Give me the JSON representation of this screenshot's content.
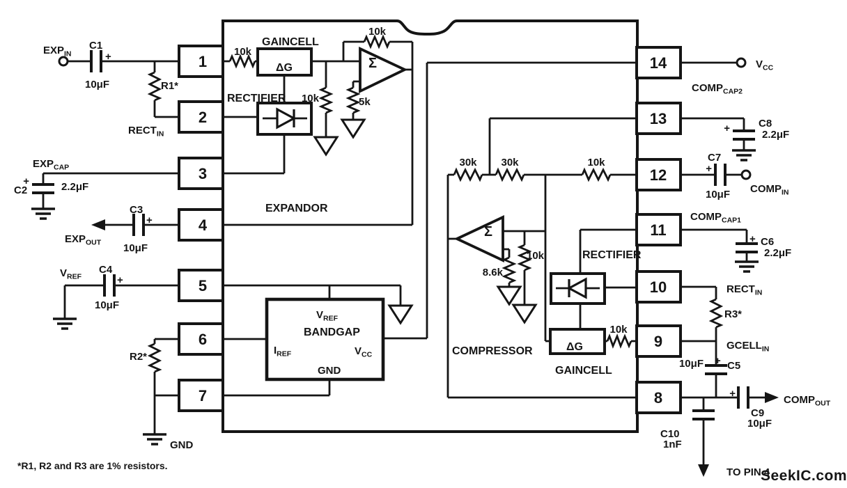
{
  "polarity": "+",
  "note": "*R1, R2 and R3 are 1% resistors.",
  "watermark": "SeekIC.com",
  "pins": {
    "left": [
      "1",
      "2",
      "3",
      "4",
      "5",
      "6",
      "7"
    ],
    "right": [
      "14",
      "13",
      "12",
      "11",
      "10",
      "9",
      "8"
    ]
  },
  "terminals": {
    "exp_in": {
      "main": "EXP",
      "sub": "IN"
    },
    "rect_in_left": {
      "main": "RECT",
      "sub": "IN"
    },
    "exp_cap": {
      "main": "EXP",
      "sub": "CAP"
    },
    "exp_out": {
      "main": "EXP",
      "sub": "OUT"
    },
    "v_ref": {
      "main": "V",
      "sub": "REF"
    },
    "gnd": "GND",
    "v_cc": {
      "main": "V",
      "sub": "CC"
    },
    "comp_cap2": {
      "main": "COMP",
      "sub": "CAP2"
    },
    "comp_in": {
      "main": "COMP",
      "sub": "IN"
    },
    "comp_cap1": {
      "main": "COMP",
      "sub": "CAP1"
    },
    "rect_in_right": {
      "main": "RECT",
      "sub": "IN"
    },
    "gcell_in": {
      "main": "GCELL",
      "sub": "IN"
    },
    "comp_out": {
      "main": "COMP",
      "sub": "OUT"
    },
    "to_pin_4": "TO PIN 4"
  },
  "components": {
    "c1": {
      "ref": "C1",
      "value": "10μF"
    },
    "c2": {
      "ref": "C2",
      "value": "2.2μF"
    },
    "c3": {
      "ref": "C3",
      "value": "10μF"
    },
    "c4": {
      "ref": "C4",
      "value": "10μF"
    },
    "c5": {
      "ref": "C5",
      "value": "10μF"
    },
    "c6": {
      "ref": "C6",
      "value": "2.2μF"
    },
    "c7": {
      "ref": "C7",
      "value": "10μF"
    },
    "c8": {
      "ref": "C8",
      "value": "2.2μF"
    },
    "c9": {
      "ref": "C9",
      "value": "10μF"
    },
    "c10": {
      "ref": "C10",
      "value": "1nF"
    },
    "r1": {
      "ref": "R1*"
    },
    "r2": {
      "ref": "R2*"
    },
    "r3": {
      "ref": "R3*"
    }
  },
  "expandor": {
    "label": "EXPANDOR",
    "gaincell_label": "GAINCELL",
    "rectifier_label": "RECTIFIER",
    "gain_symbol": "ΔG",
    "sum_symbol": "Σ",
    "r_input": "10k",
    "r_feedback": "10k",
    "r_ground": "10k",
    "r_5k": "5k"
  },
  "compressor": {
    "label": "COMPRESSOR",
    "gaincell_label": "GAINCELL",
    "rectifier_label": "RECTIFIER",
    "gain_symbol": "ΔG",
    "sum_symbol": "Σ",
    "r_30k_a": "30k",
    "r_30k_b": "30k",
    "r_input": "10k",
    "r_ground": "10k",
    "r_8_6k": "8.6k",
    "r_output": "10k"
  },
  "bandgap": {
    "label": "BANDGAP",
    "v_ref": {
      "main": "V",
      "sub": "REF"
    },
    "i_ref": {
      "main": "I",
      "sub": "REF"
    },
    "v_cc": {
      "main": "V",
      "sub": "CC"
    },
    "gnd": "GND"
  },
  "colors": {
    "ink": "#151515",
    "watermark": "#5b6165",
    "background": "#ffffff"
  }
}
